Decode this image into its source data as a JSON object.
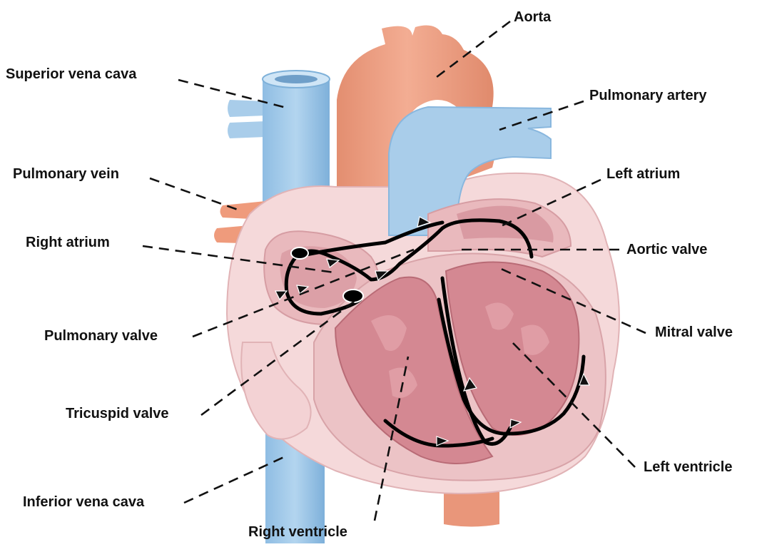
{
  "labels": {
    "aorta": "Aorta",
    "superior_vena_cava": "Superior vena cava",
    "pulmonary_artery": "Pulmonary artery",
    "pulmonary_vein": "Pulmonary vein",
    "left_atrium": "Left atrium",
    "right_atrium": "Right atrium",
    "aortic_valve": "Aortic valve",
    "pulmonary_valve": "Pulmonary valve",
    "mitral_valve": "Mitral valve",
    "tricuspid_valve": "Tricuspid valve",
    "left_ventricle": "Left ventricle",
    "inferior_vena_cava": "Inferior vena cava",
    "right_ventricle": "Right ventricle"
  },
  "colors": {
    "vena_cava": "#a9cdea",
    "vena_cava_dark": "#7fb1d9",
    "aorta": "#f0a488",
    "aorta_dark": "#e0866a",
    "heart_wall_outer": "#f6dcdc",
    "heart_wall_inner": "#ebc1c4",
    "chamber": "#d98f98",
    "chamber_dark": "#c4737e",
    "muscle": "#e7b5b9"
  }
}
